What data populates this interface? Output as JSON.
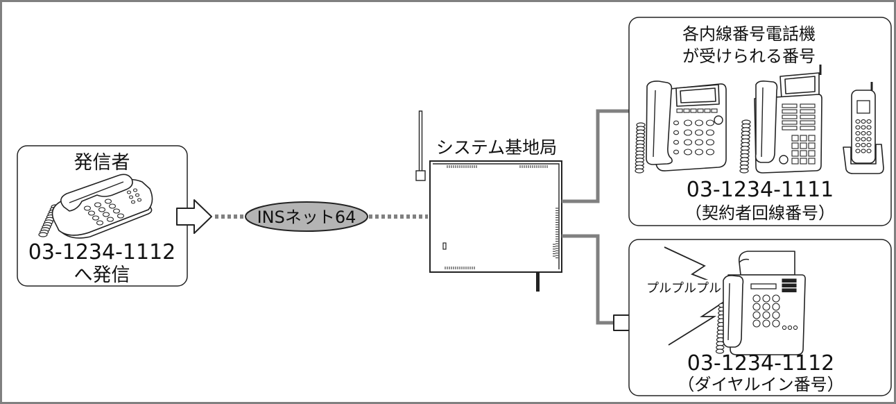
{
  "caller": {
    "title": "発信者",
    "number": "03-1234-1112",
    "action": "へ発信"
  },
  "network": {
    "label": "INSネット64"
  },
  "base_station": {
    "label": "システム基地局"
  },
  "extensions": {
    "title": [
      "各内線番号電話機",
      "が受けられる番号"
    ],
    "number": "03-1234-1111",
    "note": "（契約者回線番号）"
  },
  "dial_in": {
    "ring_sound": "プルプルプル",
    "number": "03-1234-1112",
    "note": "（ダイヤルイン番号）"
  },
  "icons": {
    "caller": "desk-telephone",
    "base_station": "wireless-base-station",
    "extensions": [
      "multi-line-desk-phone",
      "business-key-telephone",
      "cordless-handset"
    ],
    "dial_in": "fax-machine"
  },
  "colors": {
    "frame": "#808080",
    "connection_line": "#808080",
    "network_fill": "#b4b4b4"
  }
}
